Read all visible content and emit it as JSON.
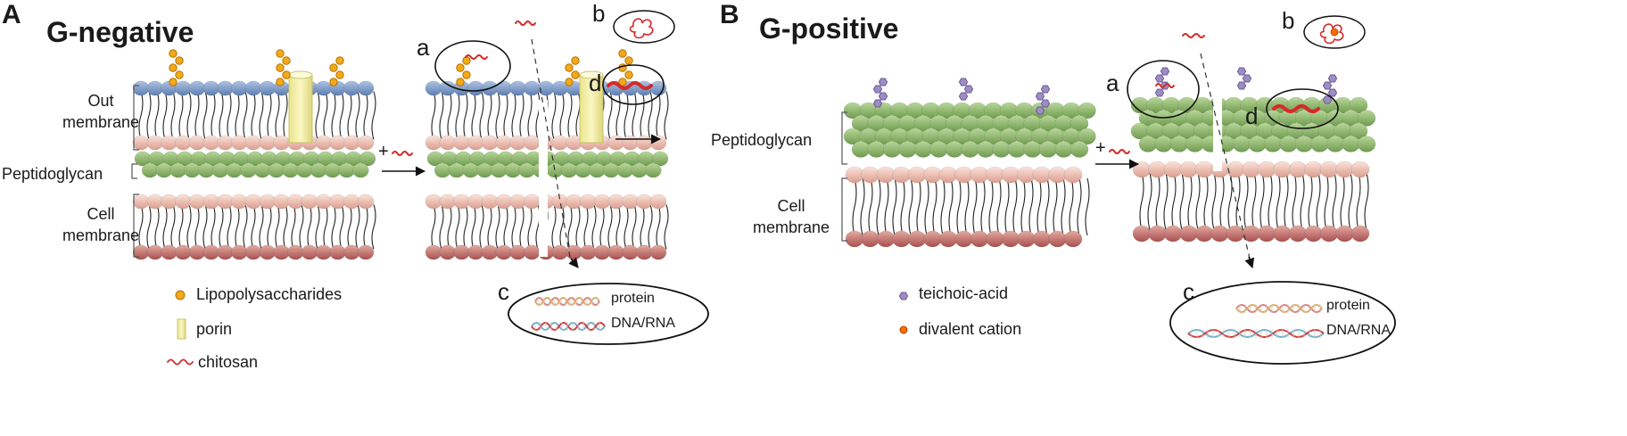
{
  "panel_a": {
    "letter": "A",
    "title": "G-negative",
    "layers": {
      "out_membrane": [
        "Out",
        "membrane"
      ],
      "peptidoglycan": "Peptidoglycan",
      "cell_membrane": [
        "Cell",
        "membrane"
      ]
    },
    "markers": {
      "a": "a",
      "b": "b",
      "c": "c",
      "d": "d"
    },
    "plus": "+",
    "legend": [
      "Lipopolysaccharides",
      "porin",
      "chitosan"
    ],
    "contents": {
      "protein": "protein",
      "dna": "DNA/RNA"
    }
  },
  "panel_b": {
    "letter": "B",
    "title": "G-positive",
    "layers": {
      "peptidoglycan": "Peptidoglycan",
      "cell_membrane": [
        "Cell",
        "membrane"
      ]
    },
    "markers": {
      "a": "a",
      "b": "b",
      "c": "c",
      "d": "d"
    },
    "plus": "+",
    "legend": [
      "teichoic-acid",
      "divalent cation"
    ],
    "contents": {
      "protein": "protein",
      "dna": "DNA/RNA"
    }
  },
  "colors": {
    "lps": "#f2a91a",
    "lps_edge": "#b87300",
    "porin": "#f4f0a0",
    "outer_head": "#7f9cc9",
    "pg": "#8cb56a",
    "inner_head": "#f0c2b4",
    "inner_head_bottom": "#b86060",
    "teichoic": "#9e8cc4",
    "chitosan": "#d62a2a",
    "cation": "#ff6a00"
  }
}
